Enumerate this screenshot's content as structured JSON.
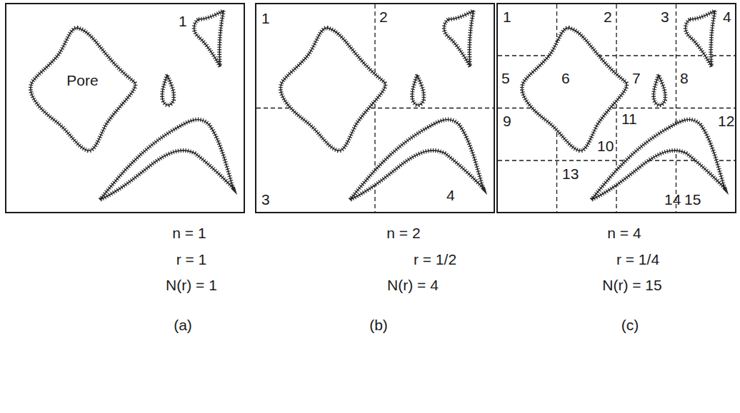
{
  "diagram": {
    "nodes": [
      {
        "text": [
          "Pore"
        ]
      }
    ],
    "labels": [
      "1",
      "1",
      "2",
      "3",
      "4",
      "1",
      "2",
      "3",
      "4",
      "5",
      "6",
      "7",
      "8",
      "9",
      "10",
      "11",
      "12",
      "13",
      "14",
      "15",
      "n = 1",
      "r = 1",
      "N(r) = 1",
      "n = 2",
      "r = 1/2",
      "N(r) = 4",
      "n = 4",
      "r = 1/4",
      "N(r) = 15",
      "(a)",
      "(b)",
      "(c)"
    ]
  }
}
